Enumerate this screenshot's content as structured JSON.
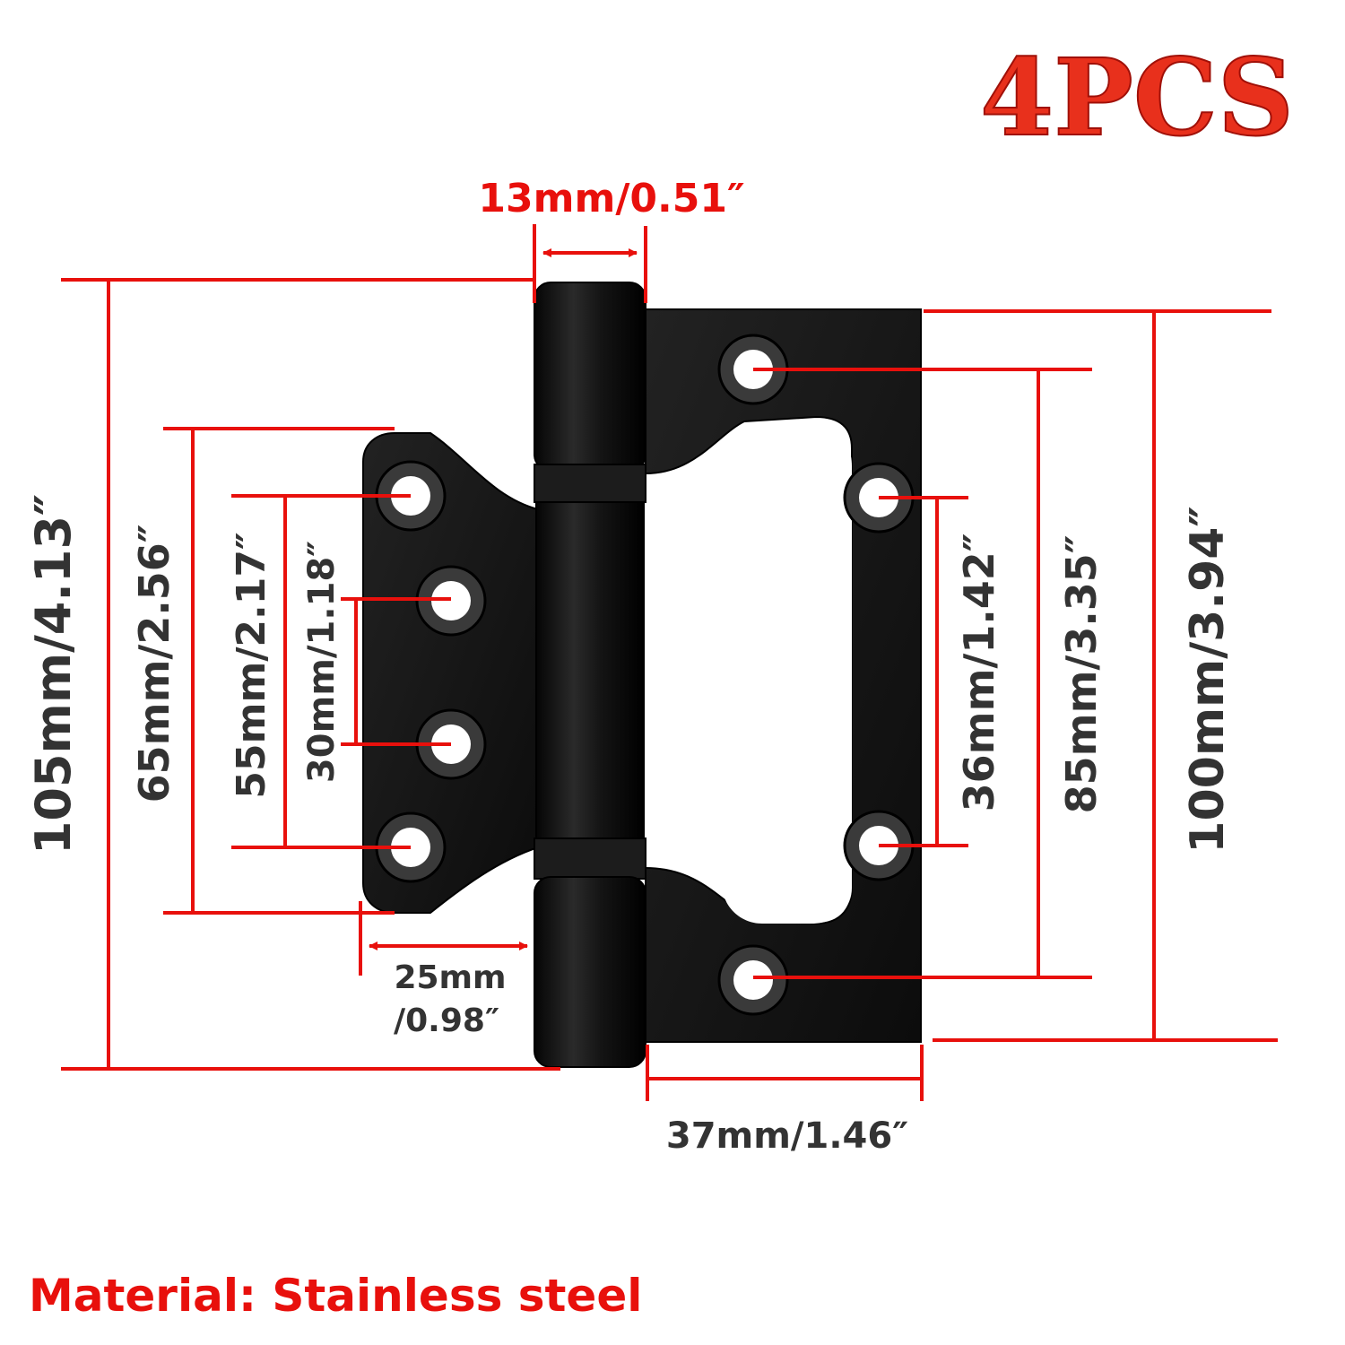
{
  "title": "4PCS",
  "material_note": "Material: Stainless steel",
  "dimensions": {
    "pin_width": "13mm/0.51″",
    "total_height": "105mm/4.13″",
    "small_leaf_height": "65mm/2.56″",
    "small_outer_holes": "55mm/2.17″",
    "small_inner_holes": "30mm/1.18″",
    "small_leaf_width_line1": "25mm",
    "small_leaf_width_line2": "/0.98″",
    "large_inner_holes": "36mm/1.42″",
    "large_outer_holes": "85mm/3.35″",
    "large_leaf_height": "100mm/3.94″",
    "large_leaf_width": "37mm/1.46″"
  },
  "colors": {
    "dimension_red": "#e8100c",
    "label_gray": "#333333",
    "hinge_black": "#141414"
  }
}
